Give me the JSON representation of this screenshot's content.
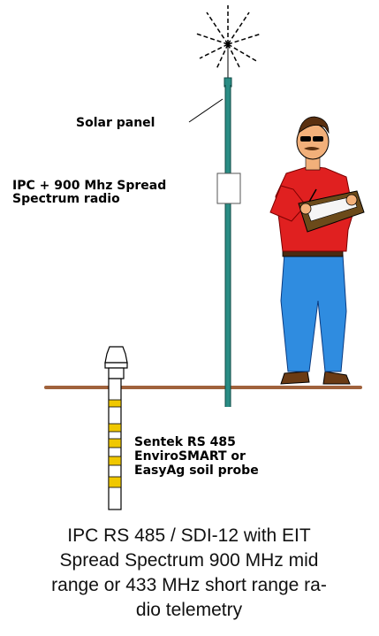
{
  "labels": {
    "solar_panel": "Solar panel",
    "ipc_radio": [
      "IPC + 900 Mhz Spread",
      "Spectrum radio"
    ],
    "probe": [
      "Sentek RS 485",
      "EnviroSMART or",
      "EasyAg soil probe"
    ]
  },
  "caption": [
    "IPC RS 485 / SDI-12 with EIT",
    "Spread Spectrum 900 MHz mid",
    "range or 433 MHz short range ra-",
    "dio telemetry"
  ],
  "colors": {
    "ground": "#a0623c",
    "mast": "#2a8c84",
    "mast_dark": "#0e4a44",
    "probe_band": "#f0c800",
    "shirt": "#e02020",
    "jeans": "#2f8ce0",
    "skin": "#f2b07a",
    "clipboard": "#6b4a1a"
  }
}
